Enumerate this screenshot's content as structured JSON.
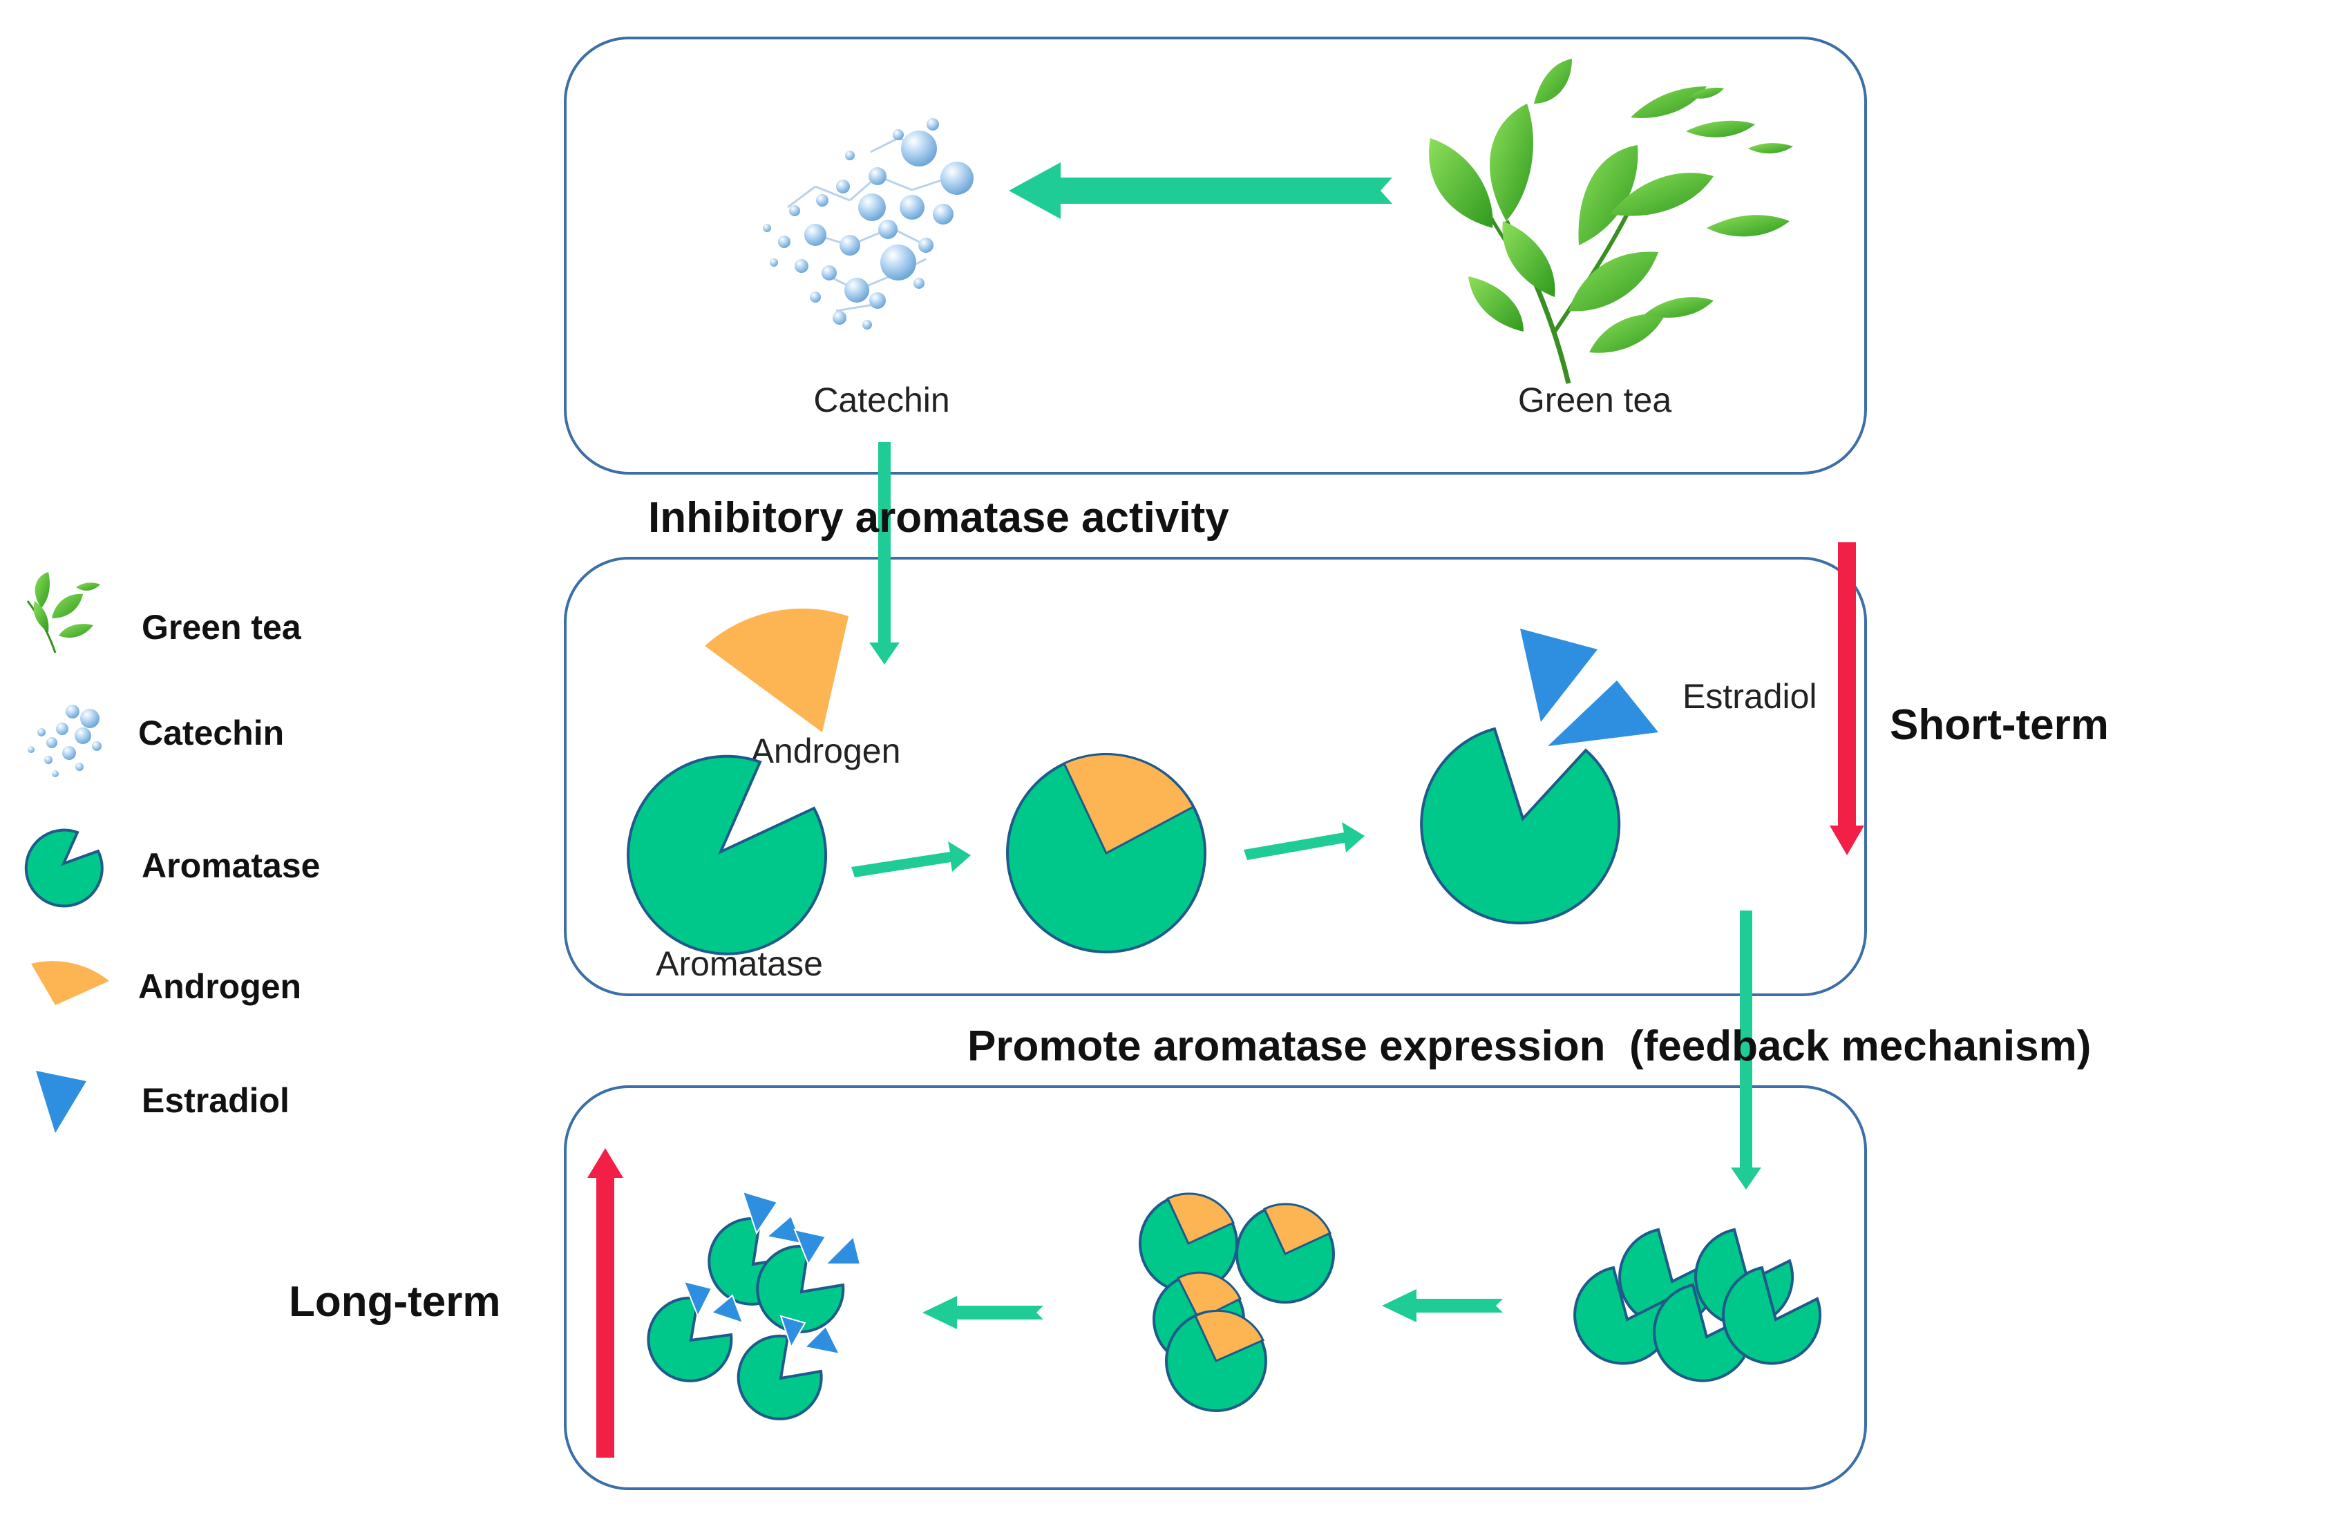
{
  "colors": {
    "aromatase": "#00C88A",
    "aromatase_stroke": "#1E5A8A",
    "androgen": "#FCB552",
    "estradiol": "#2E8FE0",
    "flow_arrow": "#1FCC95",
    "alert_arrow": "#F21F47",
    "panel_border": "#3C6EA8",
    "leaf": "#46B92A"
  },
  "top_panel": {
    "catechin_label": "Catechin",
    "green_tea_label": "Green tea"
  },
  "labels": {
    "inhibitory": "Inhibitory aromatase activity",
    "promote": "Promote aromatase expression  (feedback mechanism)",
    "short_term": "Short-term",
    "long_term": "Long-term"
  },
  "middle_panel": {
    "androgen_label": "Androgen",
    "aromatase_label": "Aromatase",
    "estradiol_label": "Estradiol"
  },
  "legend": [
    {
      "icon": "green-tea-icon",
      "label": "Green tea"
    },
    {
      "icon": "catechin-icon",
      "label": "Catechin"
    },
    {
      "icon": "aromatase-icon",
      "label": "Aromatase"
    },
    {
      "icon": "androgen-icon",
      "label": "Androgen"
    },
    {
      "icon": "estradiol-icon",
      "label": "Estradiol"
    }
  ]
}
